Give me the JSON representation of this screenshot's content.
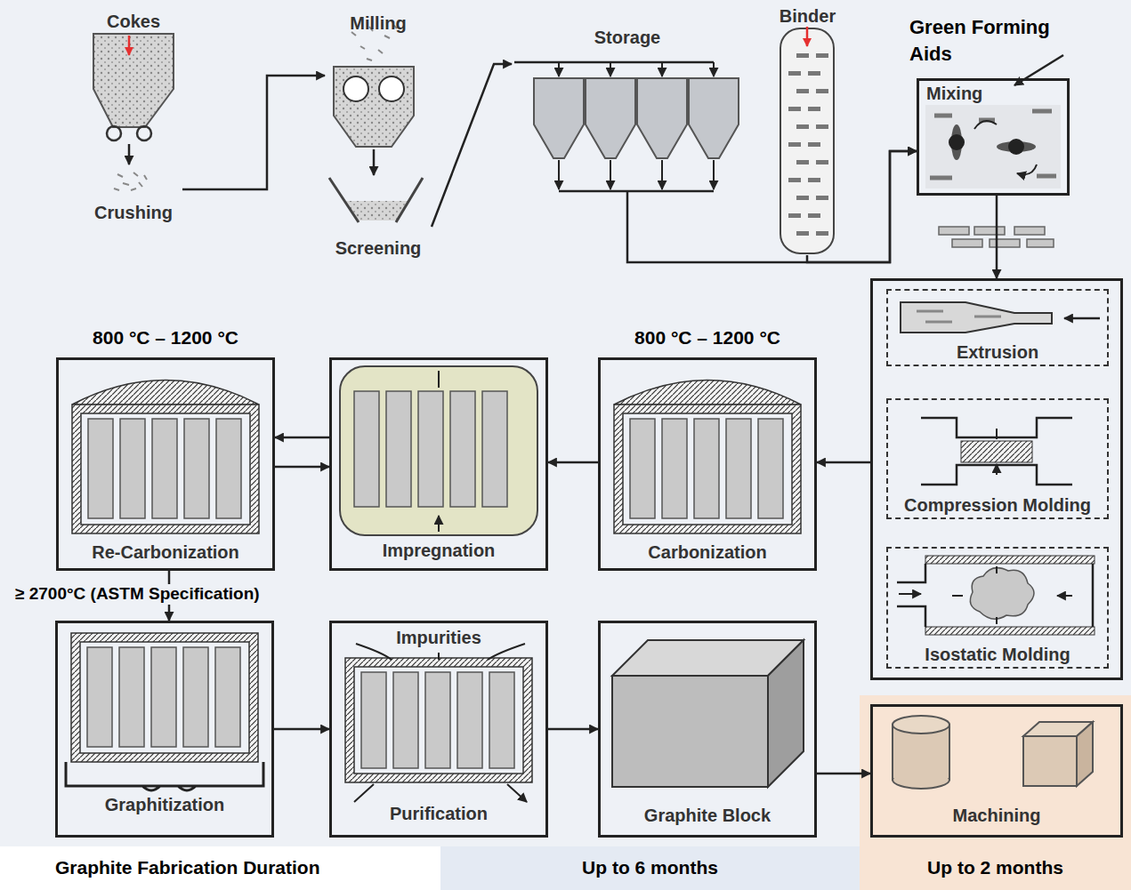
{
  "diagram": {
    "nodes": [
      {
        "text": [
          "Cokes",
          "Crushing"
        ]
      },
      {
        "text": [
          "Milling",
          "Screening"
        ]
      },
      {
        "text": [
          "Storage"
        ]
      },
      {
        "text": [
          "Binder"
        ]
      },
      {
        "text": [
          "Mixing"
        ]
      },
      {
        "text": []
      },
      {
        "text": [
          "Extrusion"
        ],
        "in": 5
      },
      {
        "text": [
          "Compression Molding"
        ],
        "in": 5
      },
      {
        "text": [
          "Isostatic Molding"
        ],
        "in": 5
      },
      {
        "text": [
          "800 °C – 1200 °C",
          "Carbonization"
        ]
      },
      {
        "text": [
          "Impregnation"
        ]
      },
      {
        "text": [
          "800 °C – 1200 °C",
          "Re-Carbonization"
        ]
      },
      {
        "text": [
          "Graphitization"
        ]
      },
      {
        "text": [
          "Impurities",
          "Purification"
        ]
      },
      {
        "text": [
          "Graphite Block"
        ]
      },
      {
        "text": [
          "Machining"
        ]
      }
    ],
    "edges": [
      {
        "from": 0,
        "to": 1,
        "arrow": "to"
      },
      {
        "from": 1,
        "to": 2,
        "arrow": "to"
      },
      {
        "from": 2,
        "to": 4,
        "arrow": "to"
      },
      {
        "from": 3,
        "to": 4,
        "arrow": "to"
      },
      {
        "from": 4,
        "to": 5,
        "arrow": "to"
      },
      {
        "from": 5,
        "to": 9,
        "arrow": "to"
      },
      {
        "from": 9,
        "to": 10,
        "arrow": "to"
      },
      {
        "from": 10,
        "to": 11,
        "arrow": "to"
      },
      {
        "from": 11,
        "to": 10,
        "arrow": "to"
      },
      {
        "from": 11,
        "to": 12,
        "label": "≥ 2700°C (ASTM Specification)",
        "arrow": "to"
      },
      {
        "from": 12,
        "to": 13,
        "arrow": "to"
      },
      {
        "from": 13,
        "to": 14,
        "arrow": "to"
      },
      {
        "from": 14,
        "to": 15,
        "arrow": "to"
      }
    ],
    "labels": [
      "Green Forming Aids",
      "Graphite Fabrication Duration",
      "Up to 6 months",
      "Up to 2 months"
    ]
  }
}
